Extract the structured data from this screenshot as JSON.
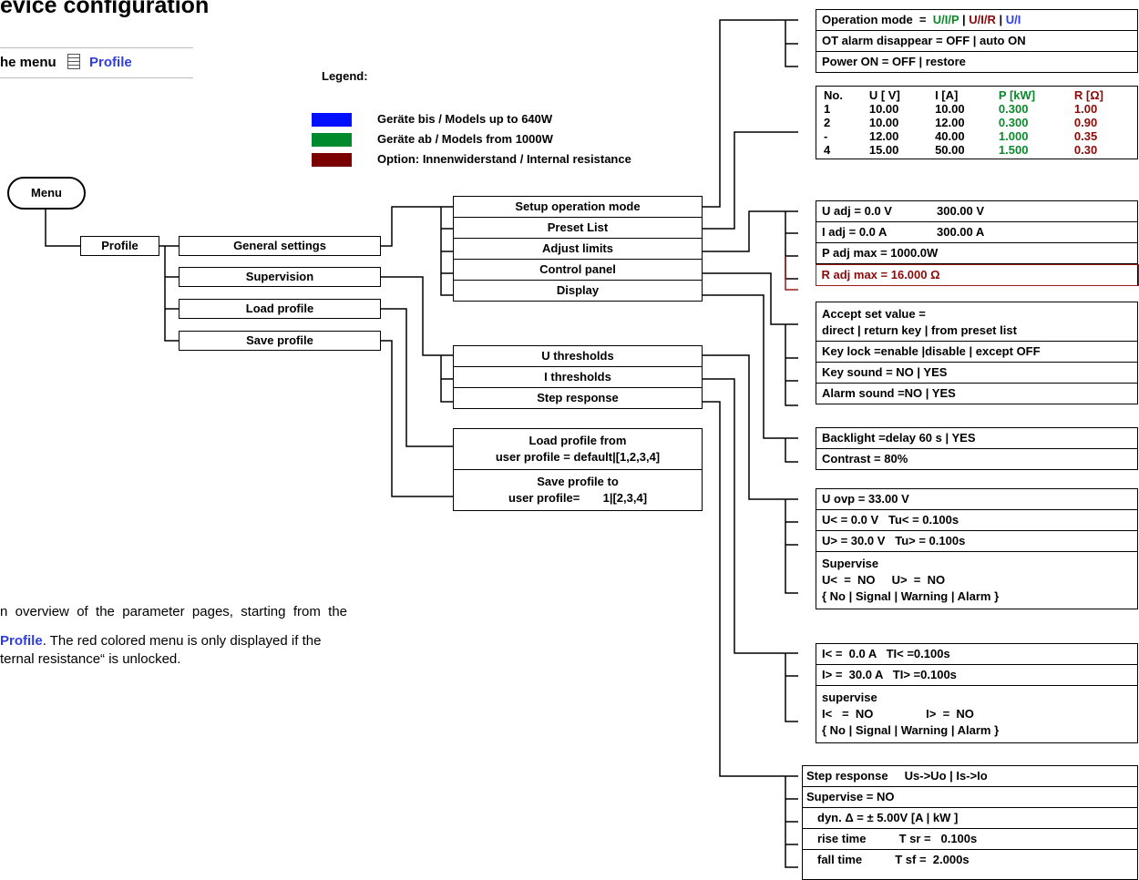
{
  "header": {
    "title": "evice configuration",
    "breadcrumb_prefix": "he menu",
    "breadcrumb_link": "Profile"
  },
  "legend": {
    "heading": "Legend:",
    "items": [
      {
        "color": "#0010ff",
        "label": "Geräte bis / Models up to 640W"
      },
      {
        "color": "#008a2e",
        "label": "Geräte ab / Models from 1000W"
      },
      {
        "color": "#7a0000",
        "label": "Option: Innenwiderstand / Internal resistance"
      }
    ]
  },
  "tree": {
    "menu": "Menu",
    "profile": "Profile",
    "level2": [
      "General settings",
      "Supervision",
      "Load  profile",
      "Save profile"
    ],
    "general": [
      "Setup  operation mode",
      "Preset List",
      "Adjust limits",
      "Control panel",
      "Display"
    ],
    "supervision": [
      "U thresholds",
      "I thresholds",
      "Step response"
    ],
    "load_profile": [
      "Load profile from",
      "user profile = default|[1,2,3,4]"
    ],
    "save_profile": [
      "Save profile to",
      "user profile=       1|[2,3,4]"
    ]
  },
  "op_mode": {
    "prefix": "Operation mode  =  ",
    "v1": "U/I/P",
    "sep1": " | ",
    "v2": "U/I/R",
    "sep2": " | ",
    "v3": "U/I",
    "ot_alarm": "OT alarm disappear = OFF  |  auto ON",
    "power_on": "Power ON = OFF  |  restore"
  },
  "preset": {
    "headers": [
      "No.",
      "U [ V]",
      "I [A]",
      "P [kW]",
      "R [Ω]"
    ],
    "rows": [
      [
        "1",
        "10.00",
        "10.00",
        "0.300",
        "1.00"
      ],
      [
        "2",
        "10.00",
        "12.00",
        "0.300",
        "0.90"
      ],
      [
        "-",
        "12.00",
        "40.00",
        "1.000",
        "0.35"
      ],
      [
        "4",
        "15.00",
        "50.00",
        "1.500",
        "0.30"
      ]
    ]
  },
  "limits": {
    "u_adj": "U adj = 0.0 V",
    "u_adj_max": "300.00 V",
    "i_adj": "I adj = 0.0 A",
    "i_adj_max": "300.00 A",
    "p_adj": "P adj max = 1000.0W",
    "r_adj": "R adj max = 16.000 Ω"
  },
  "control": {
    "accept1": "Accept set value =",
    "accept2": "direct | return key | from preset list",
    "keylock": "Key lock =enable |disable  | except OFF",
    "keysound": "Key sound =  NO | YES",
    "alarmsound": "Alarm sound  =NO | YES"
  },
  "display": {
    "backlight": "Backlight =delay 60 s  | YES",
    "contrast": "Contrast = 80%"
  },
  "uthr": {
    "ovp": "U ovp = 33.00 V",
    "ulow": "U< = 0.0 V   Tu< = 0.100s",
    "uhigh": "U> = 30.0 V   Tu> = 0.100s",
    "sup1": "Supervise",
    "sup2": "U<  =  NO     U>  =  NO",
    "sup3": "{ No | Signal | Warning | Alarm }"
  },
  "ithr": {
    "ilow": "I< =  0.0 A   TI< =0.100s",
    "ihigh": "I> =  30.0 A   TI> =0.100s",
    "sup1": "supervise",
    "sup2": "I<   =  NO                I>  =  NO",
    "sup3": "{ No | Signal | Warning | Alarm }"
  },
  "step": {
    "r1": "Step response     Us->Uo | Is->Io",
    "r2": "Supervise = NO",
    "r3": "dyn. Δ = ±  5.00V [A | kW ]",
    "r4": "rise time          T sr =   0.100s",
    "r5": "fall time          T sf =  2.000s"
  },
  "para": {
    "l1": "n  overview  of  the  parameter  pages,  starting  from  the",
    "l2_link": "Profile",
    "l2_rest": ". The red colored menu is only displayed if the",
    "l3": "ternal resistance“ is unlocked."
  }
}
